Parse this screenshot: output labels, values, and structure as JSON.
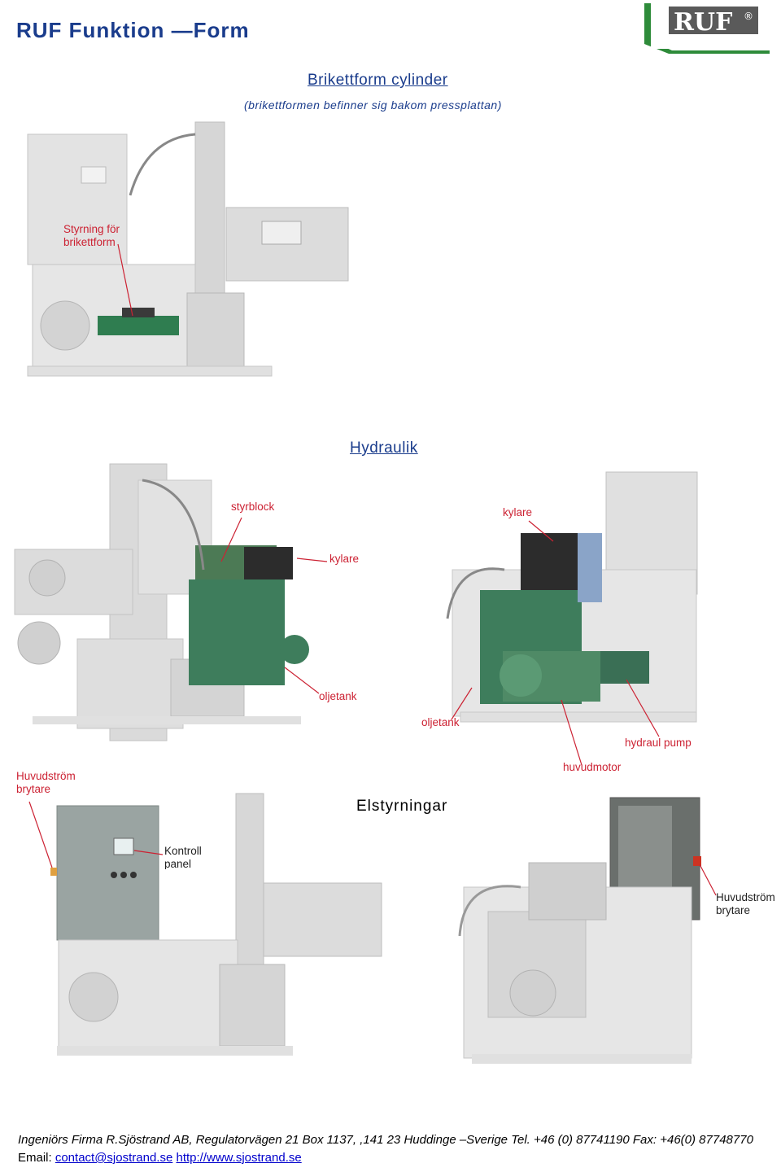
{
  "header": {
    "title": "RUF Funktion —Form",
    "logo_text": "RUF®"
  },
  "section1": {
    "title": "Brikettform cylinder",
    "subtitle": "(brikettformen befinner sig bakom pressplattan)",
    "label_styrning": "Styrning  för\nbrikettform"
  },
  "section2": {
    "title": "Hydraulik",
    "labels": {
      "styrblock": "styrblock",
      "kylare_right": "kylare",
      "kylare_left": "kylare",
      "oljetank_left": "oljetank",
      "oljetank_right": "oljetank",
      "hydraul_pump": "hydraul pump",
      "huvudmotor": "huvudmotor"
    }
  },
  "section3": {
    "title": "Elstyrningar",
    "labels": {
      "huvudstrom_left": "Huvudström\nbrytare",
      "kontroll_panel": "Kontroll\npanel",
      "huvudstrom_right": "Huvudström\nbrytare"
    }
  },
  "footer": {
    "line1": "Ingeniörs Firma R.Sjöstrand AB, Regulatorvägen 21 Box 1137, ,141 23 Huddinge  –Sverige Tel. +46 (0) 87741190     Fax: +46(0) 87748770",
    "email_label": "Email: ",
    "email": "contact@sjostrand.se",
    "website": "http://www.sjostrand.se"
  },
  "colors": {
    "title_blue": "#1a3c8c",
    "callout_red": "#cc2233",
    "machine_grey": "#d9d9d9",
    "tank_green": "#3e7d5c",
    "logo_green": "#2e8b3a"
  }
}
